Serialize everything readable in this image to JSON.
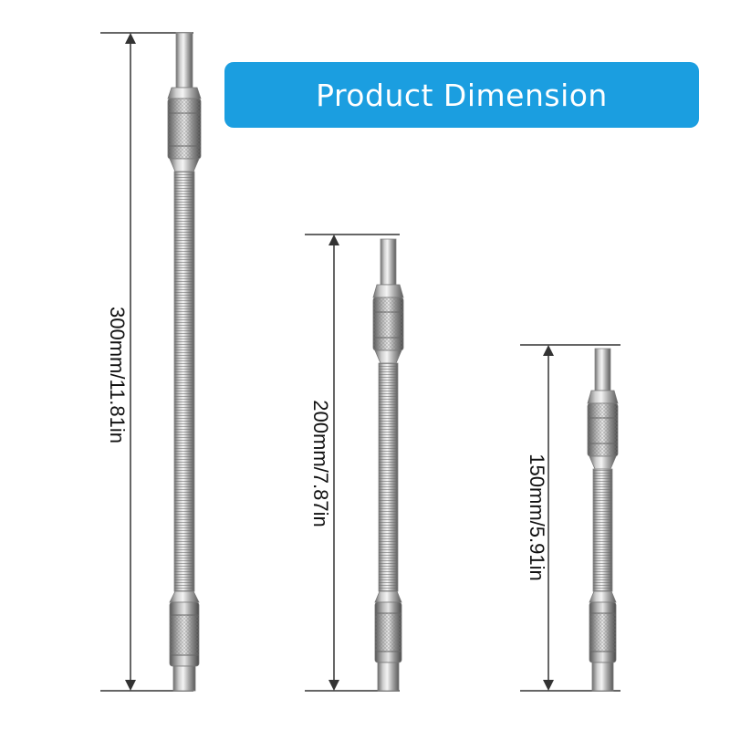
{
  "banner": {
    "title": "Product Dimension",
    "color": "#1b9ee0"
  },
  "items": [
    {
      "label": "300mm/11.81in"
    },
    {
      "label": "200mm/7.87in"
    },
    {
      "label": "150mm/5.91in"
    }
  ]
}
